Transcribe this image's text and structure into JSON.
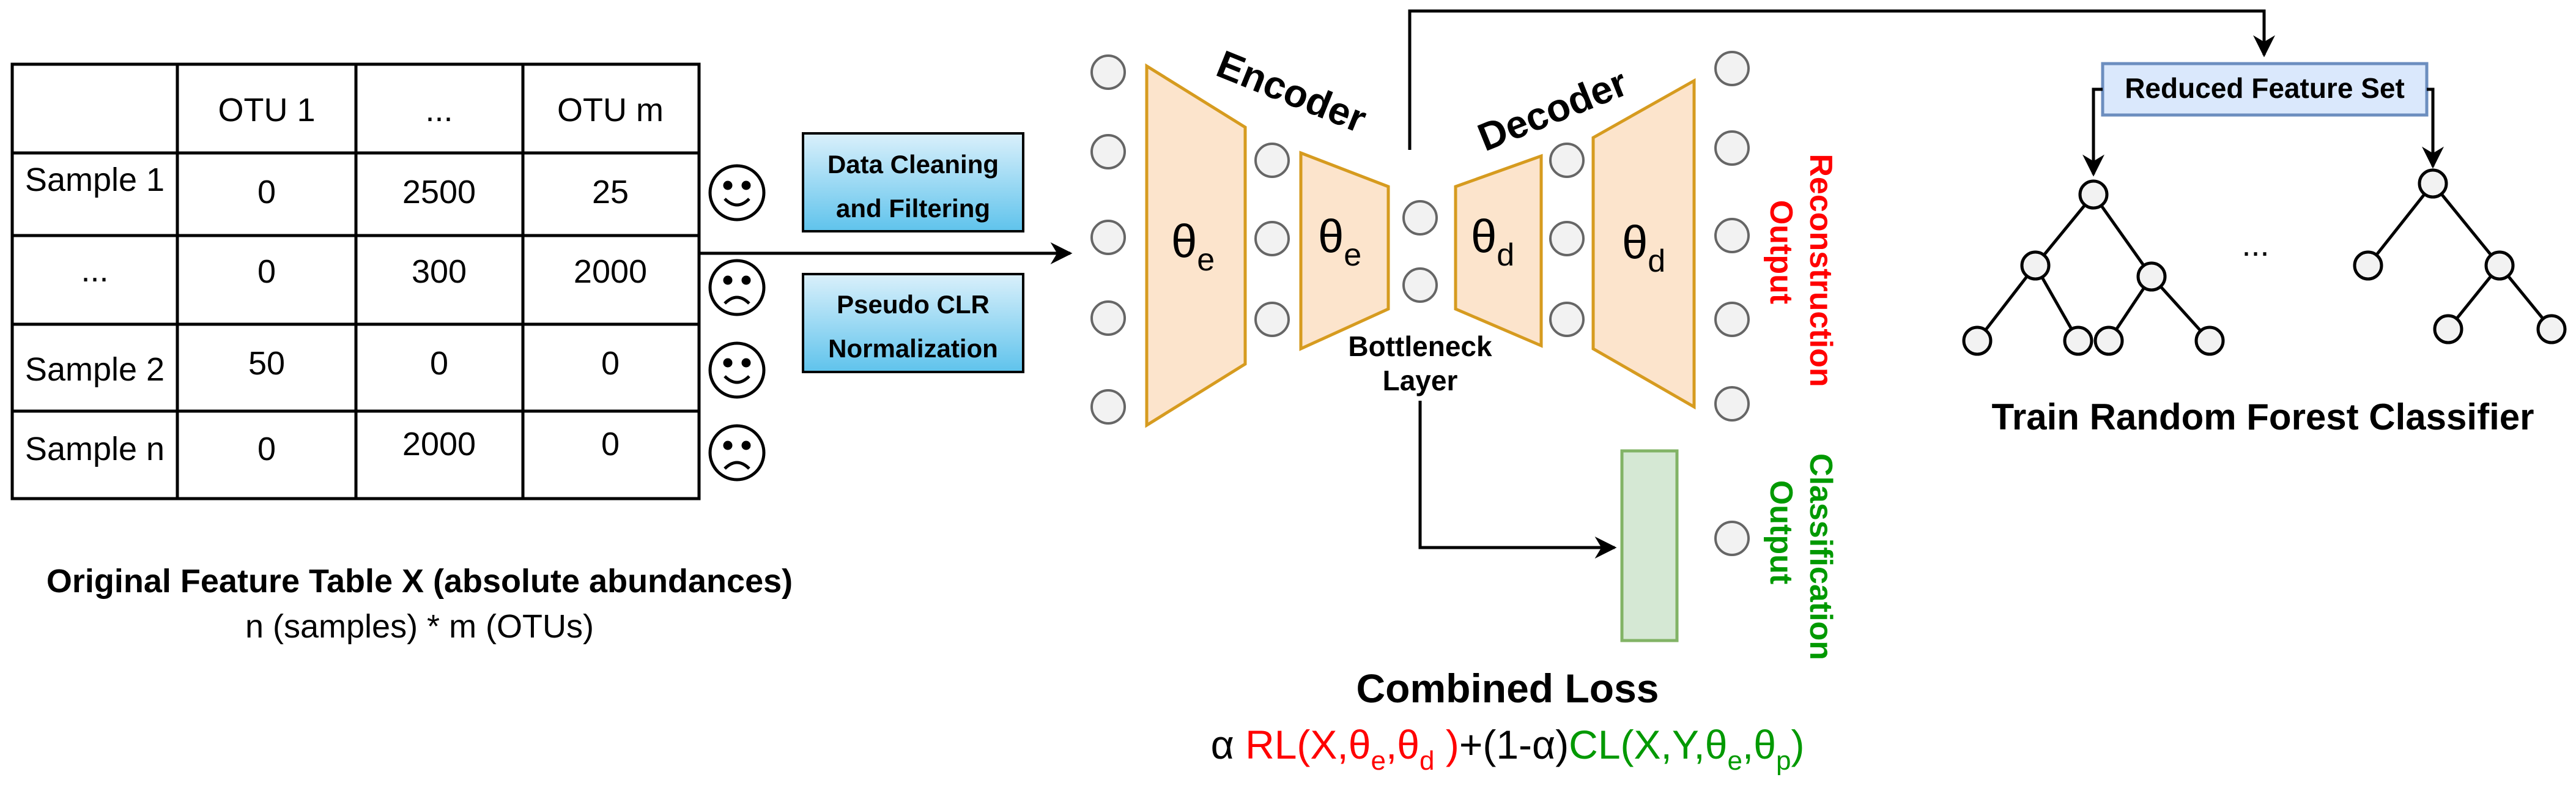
{
  "table": {
    "headers": [
      "",
      "OTU 1",
      "...",
      "OTU m"
    ],
    "rows": [
      {
        "label": "Sample 1",
        "cells": [
          "0",
          "2500",
          "25"
        ],
        "mood": "happy"
      },
      {
        "label": "...",
        "cells": [
          "0",
          "300",
          "2000"
        ],
        "mood": "sad"
      },
      {
        "label": "Sample 2",
        "cells": [
          "50",
          "0",
          "0"
        ],
        "mood": "happy"
      },
      {
        "label": "Sample n",
        "cells": [
          "0",
          "2000",
          "0"
        ],
        "mood": "sad"
      }
    ],
    "title": "Original Feature Table X (absolute abundances)",
    "subtitle": "n (samples) * m (OTUs)"
  },
  "preprocessing": {
    "step1": [
      "Data Cleaning",
      "and Filtering"
    ],
    "step2": [
      "Pseudo CLR",
      "Normalization"
    ],
    "fill_top": "#daf0fb",
    "fill_bottom": "#5fc3ec"
  },
  "autoencoder": {
    "encoder_label": "Encoder",
    "decoder_label": "Decoder",
    "theta": "θ",
    "enc_sub": "e",
    "dec_sub": "d",
    "pred_sub": "p",
    "bottleneck": [
      "Bottleneck",
      "Layer"
    ],
    "reconstruction": [
      "Reconstruction",
      "Output"
    ],
    "classification": [
      "Classification",
      "Output"
    ],
    "trapezoid_fill": "#fce4cc",
    "trapezoid_stroke": "#d69b1f",
    "classifier_fill": "#d5e8d4",
    "classifier_stroke": "#82b366"
  },
  "loss": {
    "title": "Combined Loss",
    "alpha": "α ",
    "rl": "RL(X,θ",
    "rl_comma": ",θ",
    "rl_close": " )",
    "mid": "+(1-α)",
    "cl": "CL(X,Y,θ",
    "cl_comma": ",θ",
    "cl_close": ")",
    "sub_e": "e",
    "sub_d": "d",
    "sub_p": "p",
    "red": "#ff0000",
    "green": "#009900"
  },
  "random_forest": {
    "reduced": "Reduced Feature Set",
    "ellipsis": "...",
    "title": "Train Random Forest Classifier",
    "box_fill": "#dae8fc",
    "box_stroke": "#6c8ebf"
  }
}
